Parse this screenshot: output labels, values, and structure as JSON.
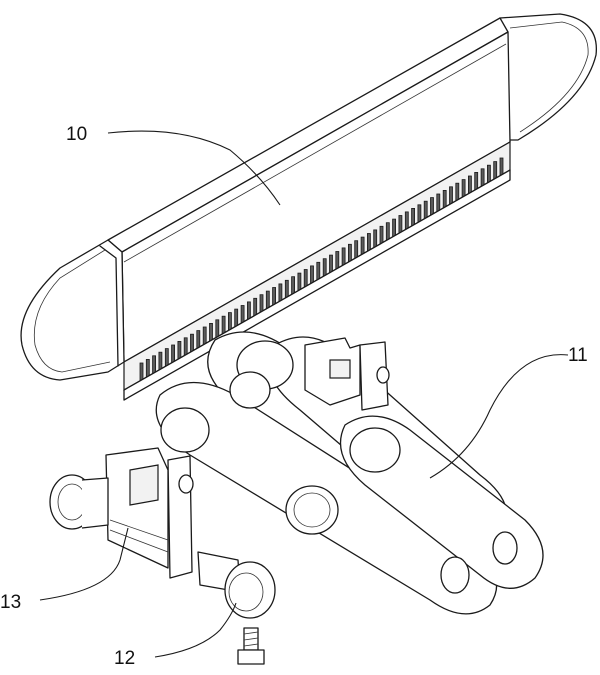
{
  "labels": [
    {
      "id": "10",
      "text": "10"
    },
    {
      "id": "11",
      "text": "11"
    },
    {
      "id": "12",
      "text": "12"
    },
    {
      "id": "13",
      "text": "13"
    }
  ]
}
